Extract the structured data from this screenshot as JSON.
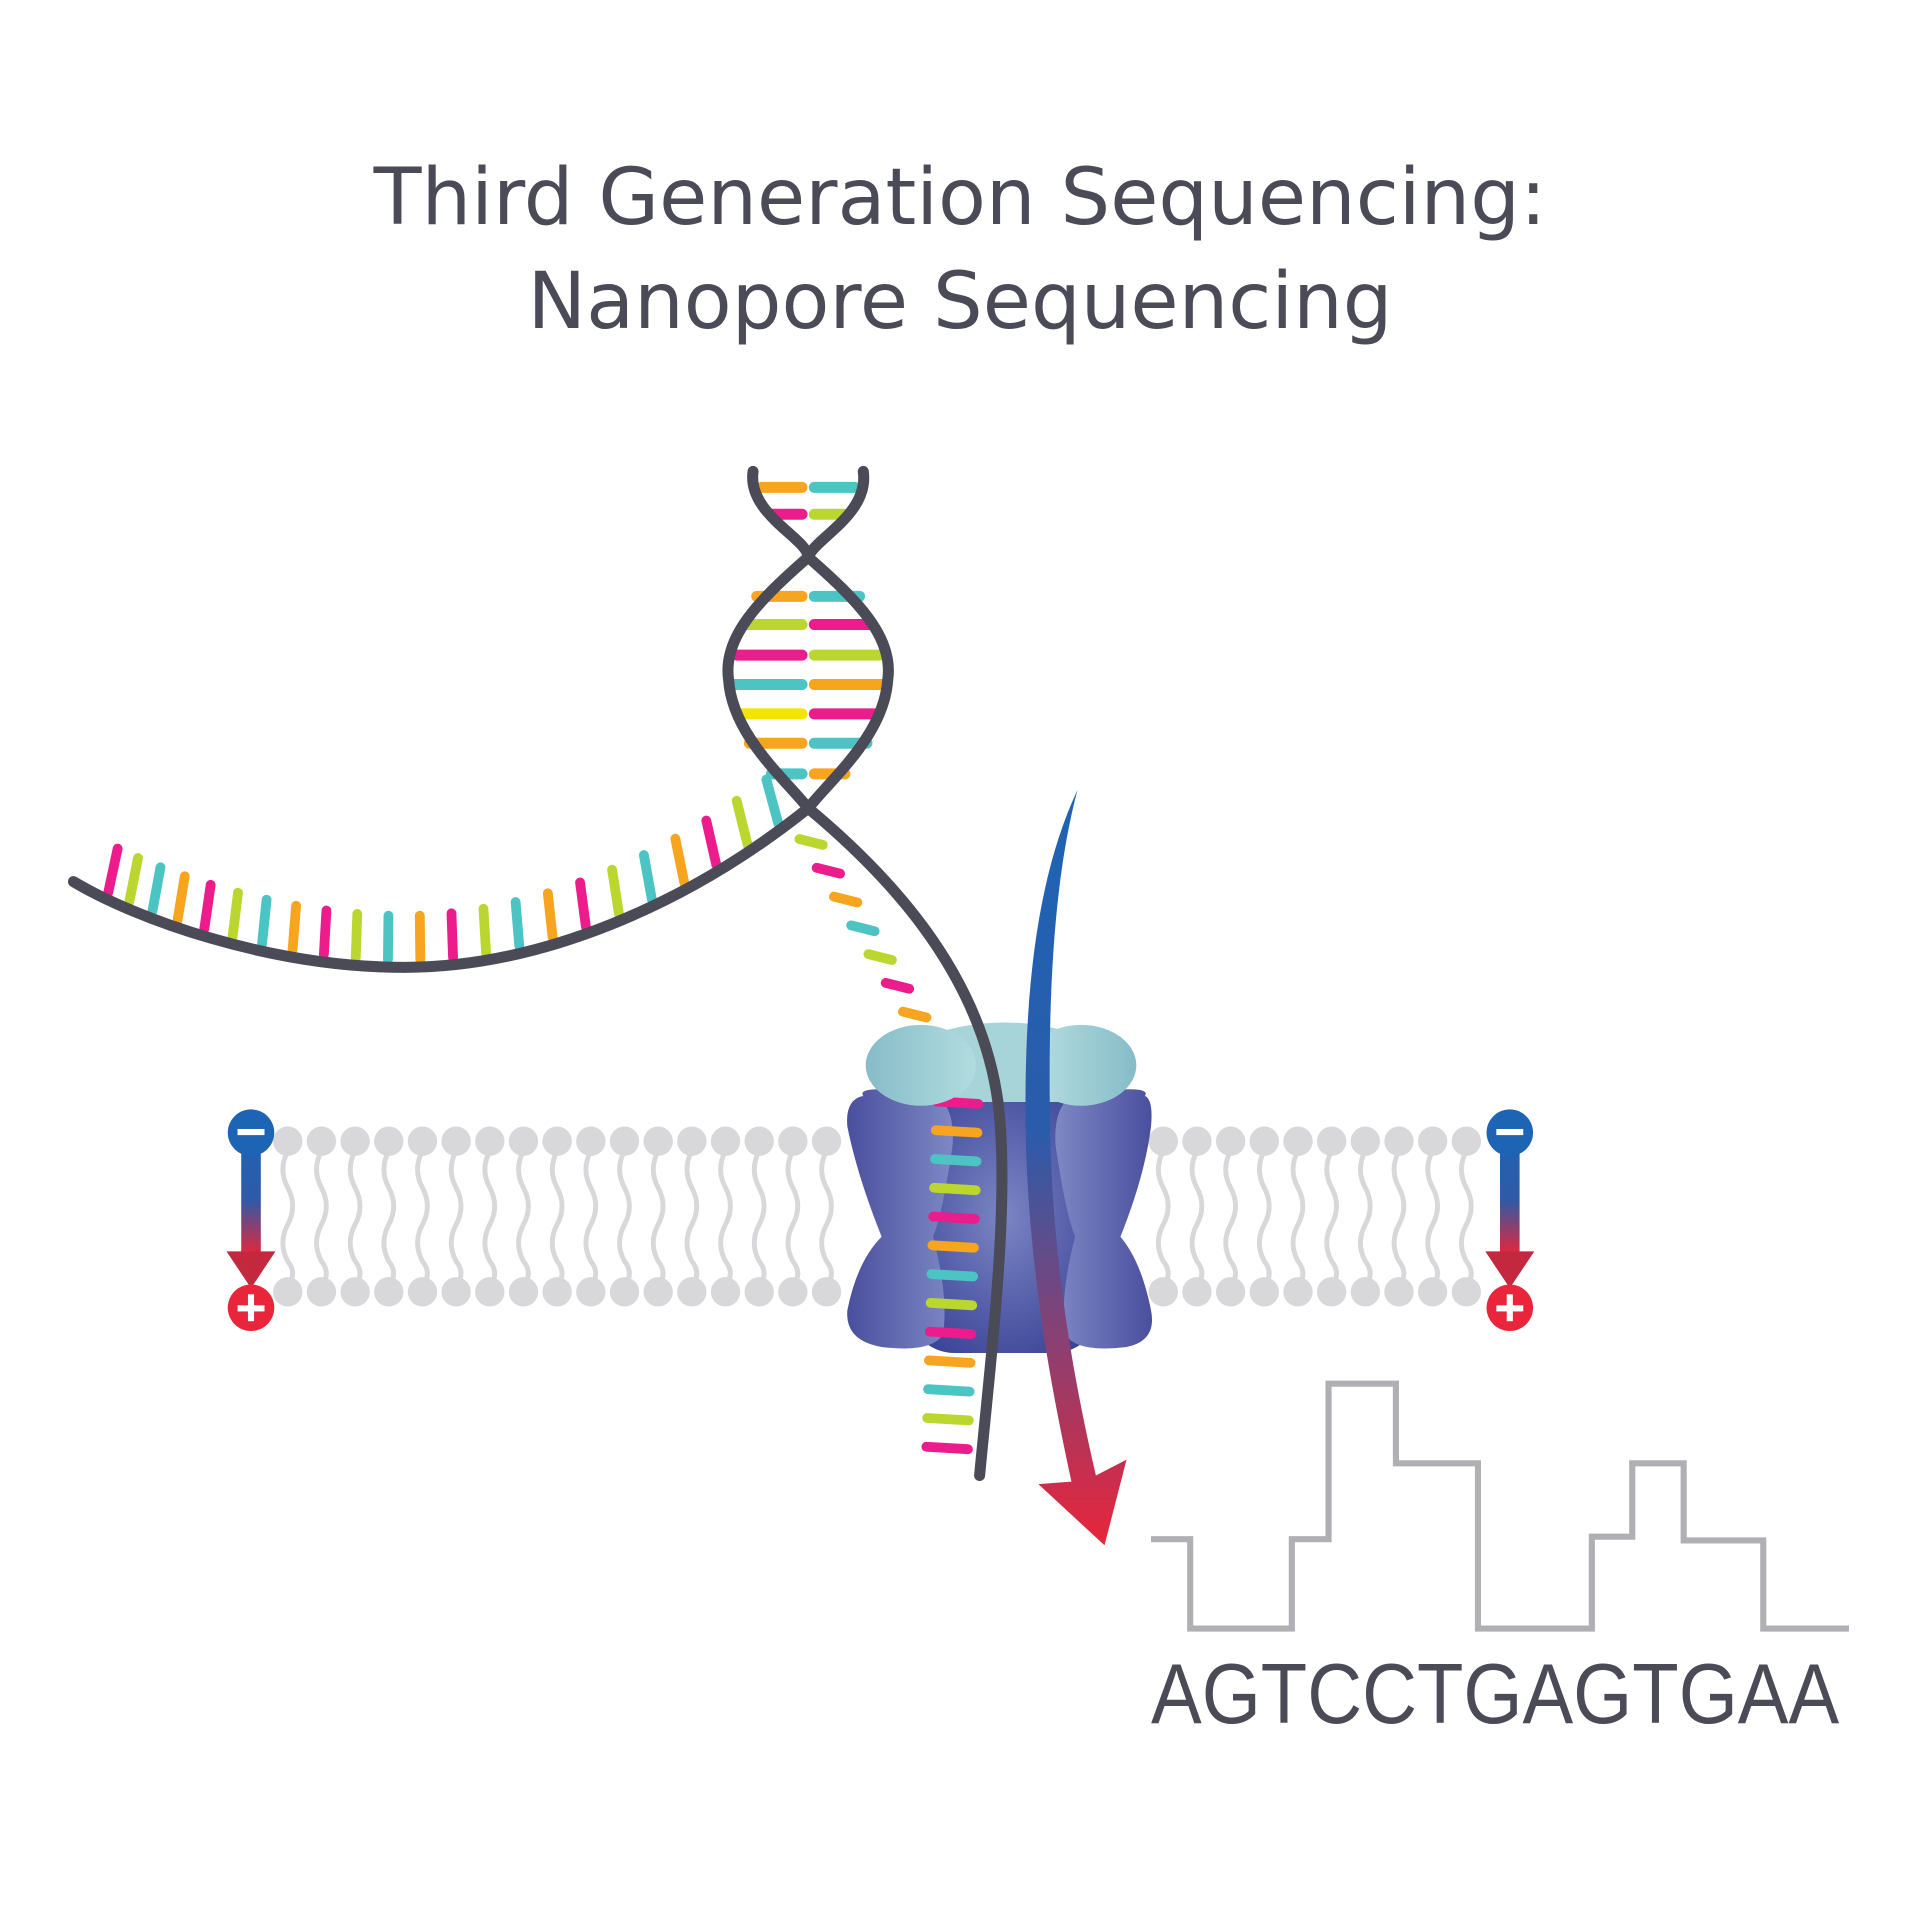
{
  "title": {
    "line1": "Third Generation Sequencing:",
    "line2": "Nanopore Sequencing"
  },
  "readout": {
    "sequence": "AGTCCTGAGTGAA"
  },
  "electrodes": {
    "negative_symbol": "−",
    "positive_symbol": "+"
  },
  "colors": {
    "text": "#4b4a57",
    "strand": "#4b4a57",
    "base_orange": "#f7a51e",
    "base_teal": "#4cc4c4",
    "base_lime": "#bcd630",
    "base_pink": "#ec1c8c",
    "base_yellow": "#f3e500",
    "membrane": "#d8d8da",
    "pore_body": "#3f4597",
    "pore_cap": "#9ccdd4",
    "current_start": "#1e64b4",
    "current_end": "#e8253a",
    "signal_trace": "#b0b0b4"
  }
}
